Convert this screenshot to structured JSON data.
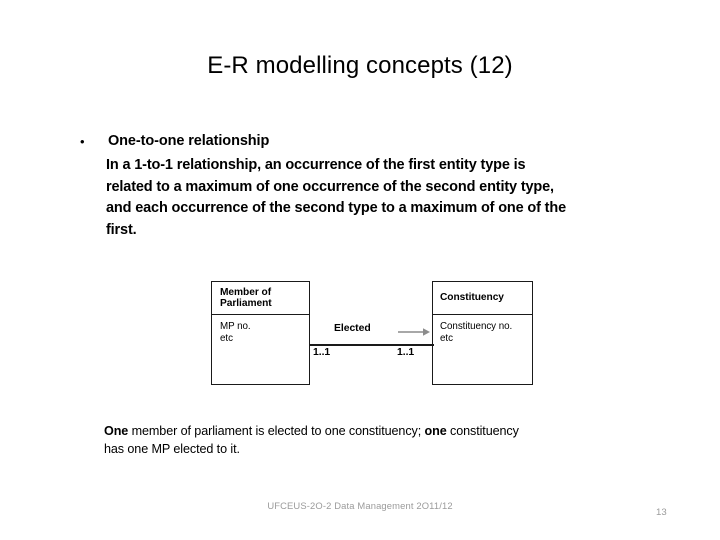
{
  "slide": {
    "title": "E-R modelling concepts (12)",
    "page_number": "13",
    "footer": "UFCEUS-2O-2 Data Management 2O11/12",
    "colors": {
      "text": "#000000",
      "footer_text": "#9b9b9b",
      "diagram_stroke": "#1a1a1a",
      "arrow": "#8c8c8c",
      "background": "#ffffff"
    }
  },
  "bullet": {
    "marker": "•",
    "heading": "One-to-one relationship",
    "body_lines": [
      "In a 1-to-1 relationship, an occurrence of the first entity type is",
      "related to a maximum of one occurrence of the second entity type,",
      "and each occurrence of the second type to a maximum of one of the",
      "first."
    ]
  },
  "diagram": {
    "type": "entity-relationship",
    "entities": [
      {
        "id": "member-of-parliament",
        "name_lines": [
          "Member of",
          "Parliament"
        ],
        "attributes": "MP no.\netc"
      },
      {
        "id": "constituency",
        "name_lines": [
          "Constituency"
        ],
        "attributes": "Constituency no.\netc"
      }
    ],
    "relationship": {
      "label": "Elected",
      "arrow": "right-arrow-icon",
      "cardinality_left": "1..1",
      "cardinality_right": "1..1"
    }
  },
  "caption": {
    "line1_bold_lead": "One",
    "line1_rest": " member of parliament is elected to one constituency; ",
    "line1_bold_mid": "one",
    "line1_tail": " constituency",
    "line2": "has one MP elected to it."
  }
}
